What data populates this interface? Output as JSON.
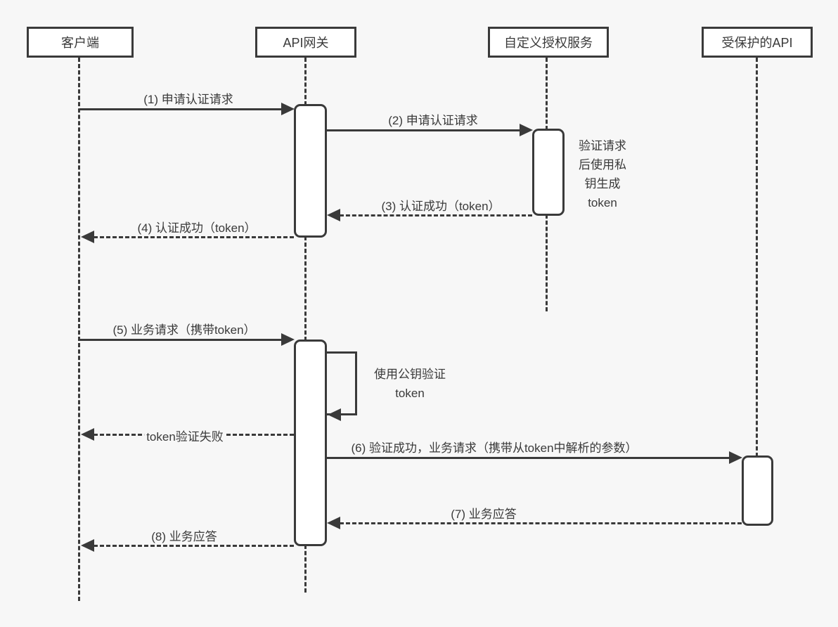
{
  "diagram": {
    "type": "sequence-diagram",
    "background_color": "#f7f7f7",
    "line_color": "#3a3a3a",
    "text_color": "#3a3a3a",
    "box_fill": "#ffffff"
  },
  "actors": [
    {
      "name": "客户端"
    },
    {
      "name": "API网关"
    },
    {
      "name": "自定义授权服务"
    },
    {
      "name": "受保护的API"
    }
  ],
  "messages": [
    {
      "label": "(1) 申请认证请求",
      "from": "客户端",
      "to": "API网关",
      "style": "solid"
    },
    {
      "label": "(2) 申请认证请求",
      "from": "API网关",
      "to": "自定义授权服务",
      "style": "solid"
    },
    {
      "label": "(3) 认证成功（token）",
      "from": "自定义授权服务",
      "to": "API网关",
      "style": "dashed"
    },
    {
      "label": "(4) 认证成功（token）",
      "from": "API网关",
      "to": "客户端",
      "style": "dashed"
    },
    {
      "label": "(5) 业务请求（携带token）",
      "from": "客户端",
      "to": "API网关",
      "style": "solid"
    },
    {
      "label": "token验证失败",
      "from": "API网关",
      "to": "客户端",
      "style": "dashed"
    },
    {
      "label": "(6) 验证成功，业务请求（携带从token中解析的参数）",
      "from": "API网关",
      "to": "受保护的API",
      "style": "solid"
    },
    {
      "label": "(7) 业务应答",
      "from": "受保护的API",
      "to": "API网关",
      "style": "dashed"
    },
    {
      "label": "(8) 业务应答",
      "from": "API网关",
      "to": "客户端",
      "style": "dashed"
    }
  ],
  "notes": [
    {
      "text": "验证请求\n后使用私\n钥生成\ntoken",
      "attached_to": "自定义授权服务"
    },
    {
      "text": "使用公钥验证\ntoken",
      "attached_to": "API网关"
    }
  ]
}
